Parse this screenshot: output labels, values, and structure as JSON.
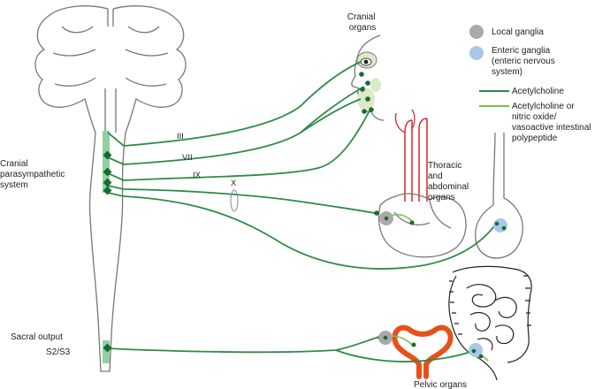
{
  "labels": {
    "cranial_organs": [
      "Cranial",
      "organs"
    ],
    "cranial_system": [
      "Cranial",
      "parasympathetic",
      "system"
    ],
    "sacral_output": "Sacral output",
    "s2s3": "S2/S3",
    "thoracic": [
      "Thoracic",
      "and",
      "abdominal",
      "organs"
    ],
    "pelvic": "Pelvic organs",
    "nerves": {
      "iii": "III",
      "vii": "VII",
      "ix": "IX",
      "x": "X"
    }
  },
  "legend": {
    "local_ganglia": "Local ganglia",
    "enteric_ganglia": [
      "Enteric ganglia",
      "(enteric nervous",
      "system)"
    ],
    "acetylcholine": "Acetylcholine",
    "ach_or_no": [
      "Acetylcholine or",
      "nitric oxide/",
      "vasoactive intestinal",
      "polypeptide"
    ]
  },
  "colors": {
    "nerve": "#2e8b47",
    "nerve_light": "#7ac143",
    "local_ganglia": "#a9a9a9",
    "enteric_ganglia": "#a9c8e8",
    "spinal_band": "#8fd1a4",
    "vessels": "#d9272e",
    "pelvic": "#e8501a"
  }
}
